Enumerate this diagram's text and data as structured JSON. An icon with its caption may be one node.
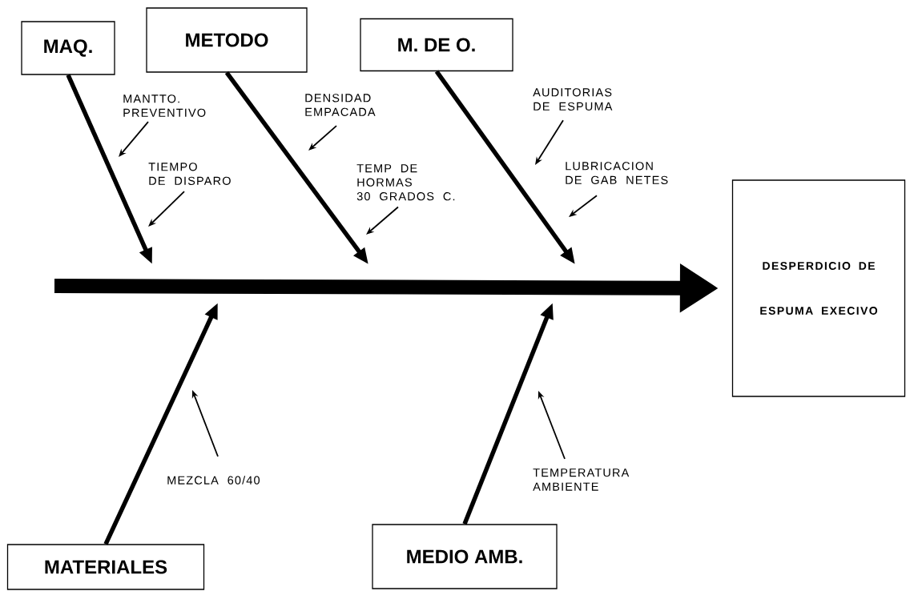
{
  "diagram": {
    "nodes": [
      {
        "text": [
          "MAQ."
        ]
      },
      {
        "text": [
          "METODO"
        ]
      },
      {
        "text": [
          "M. DE O."
        ]
      },
      {
        "text": [
          "MANTTO. PREVENTIVO"
        ]
      },
      {
        "text": [
          "DENSIDAD EMPACADA"
        ]
      },
      {
        "text": [
          "AUDITORIAS DE ESPUMA"
        ]
      },
      {
        "text": [
          "TIEMPO DE DISPARO"
        ]
      },
      {
        "text": [
          "LUBRICACION DE GAB NETES"
        ]
      },
      {
        "text": [
          "TEMP DE HORMAS 30 GRADOS C."
        ]
      },
      {
        "text": [
          "DESPERDICIO DE ESPUMA EXECIVO"
        ]
      },
      {
        "text": [
          "MEZCLA 60/40"
        ]
      },
      {
        "text": [
          "TEMPERATURA AMBIENTE"
        ]
      },
      {
        "text": [
          "MATERIALES"
        ]
      },
      {
        "text": [
          "MEDIO AMB."
        ]
      }
    ],
    "edges": [
      {
        "from": null,
        "to": 9,
        "arrow": "to",
        "style": "thick"
      },
      {
        "from": 0,
        "to": null,
        "arrow": "to",
        "style": "thick"
      },
      {
        "from": 1,
        "to": null,
        "arrow": "to",
        "style": "thick"
      },
      {
        "from": 2,
        "to": null,
        "arrow": "to",
        "style": "thick"
      },
      {
        "from": 12,
        "to": null,
        "arrow": "to",
        "style": "thick"
      },
      {
        "from": 13,
        "to": null,
        "arrow": "to",
        "style": "thick"
      },
      {
        "from": 3,
        "to": null,
        "arrow": "to"
      },
      {
        "from": 6,
        "to": null,
        "arrow": "to"
      },
      {
        "from": 4,
        "to": null,
        "arrow": "to"
      },
      {
        "from": 8,
        "to": null,
        "arrow": "to"
      },
      {
        "from": 5,
        "to": null,
        "arrow": "to"
      },
      {
        "from": 7,
        "to": null,
        "arrow": "to"
      },
      {
        "from": 10,
        "to": null,
        "arrow": "to"
      },
      {
        "from": 11,
        "to": null,
        "arrow": "to"
      }
    ]
  }
}
